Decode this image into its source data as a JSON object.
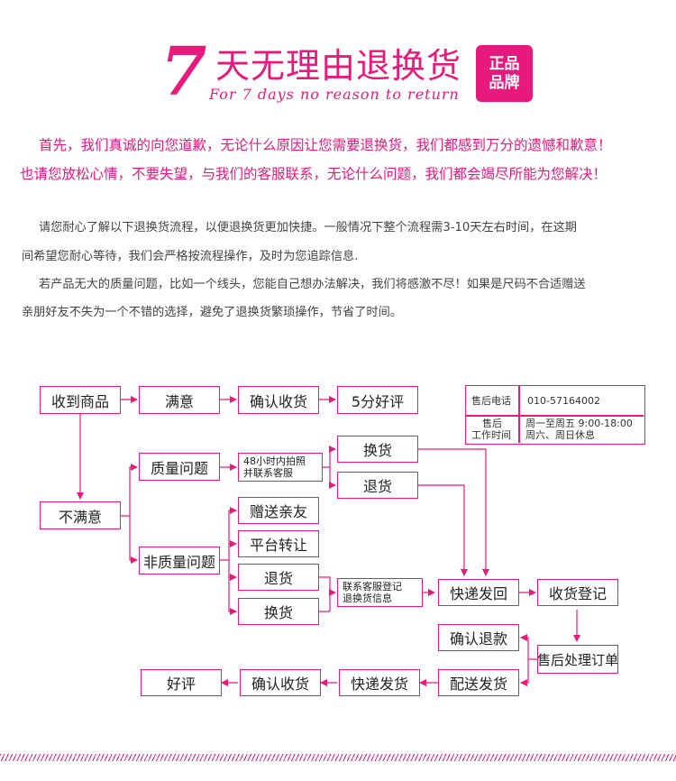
{
  "header": {
    "seven": "7",
    "title": "天无理由退换货",
    "subtitle": "For 7 days no reason to return",
    "badge": {
      "line1": "正品",
      "line2": "品牌"
    }
  },
  "intro_pink": [
    "首先，我们真诚的向您道歉，无论什么原因让您需要退换货，我们都感到万分的遗憾和歉意！",
    "也请您放松心情，不要失望，与我们的客服联系，无论什么问题，我们都会竭尽所能为您解决！"
  ],
  "intro_body": [
    "请您耐心了解以下退换货流程，以便退换货更加快捷。一般情况下整个流程需3-10天左右时间，在这期",
    "间希望您耐心等待，我们会严格按流程操作，及时为您追踪信息.",
    "若产品无大的质量问题，比如一个线头，您能自己想办法解决，我们将感激不尽！如果是尺码不合适赠送",
    "亲朋好友不失为一个不错的选择，避免了退换货繁琐操作，节省了时间。"
  ],
  "flow": {
    "receive": "收到商品",
    "satisfied": "满意",
    "confirm_receipt_1": "确认收货",
    "five_star": "5分好评",
    "unsatisfied": "不满意",
    "quality_issue": "质量问题",
    "photo_note": [
      "48小时内拍照",
      "并联系客服"
    ],
    "exchange_1": "换货",
    "return_1": "退货",
    "non_quality_issue": "非质量问题",
    "gift_friends": "赠送亲友",
    "platform_transfer": "平台转让",
    "return_2": "退货",
    "exchange_2": "换货",
    "contact_note": [
      "联系客服登记",
      "退换货信息"
    ],
    "express_return": "快递发回",
    "receive_register": "收货登记",
    "confirm_refund": "确认退款",
    "after_sales_order": "售后处理订单",
    "deliver_ship": "配送发货",
    "express_ship": "快递发货",
    "confirm_receipt_2": "确认收货",
    "good_review": "好评"
  },
  "service_info": {
    "phone_label": "售后电话",
    "phone": "010-57164002",
    "hours_label": [
      "售后",
      "工作时间"
    ],
    "hours": [
      "周一至周五  9:00-18:00",
      "周六、周日休息"
    ]
  },
  "colors": {
    "accent": "#e8197d",
    "text": "#333333"
  }
}
